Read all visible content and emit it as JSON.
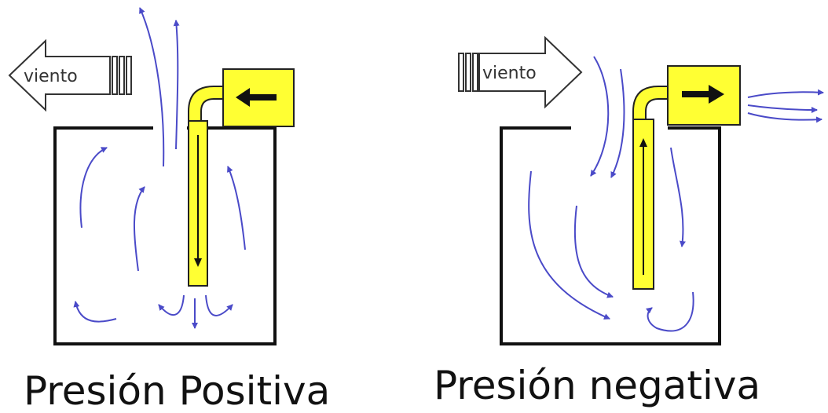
{
  "colors": {
    "airflow": "#4a4ac8",
    "fan_fill": "#ffff33",
    "fan_stroke": "#222222",
    "box_stroke": "#111111",
    "arrow_fill": "#ffffff"
  },
  "panels": {
    "left": {
      "wind_label": "viento",
      "wind_direction": "left",
      "fan_arrow_direction": "left",
      "duct_flow_direction": "down",
      "caption": "Presión Positiva"
    },
    "right": {
      "wind_label": "viento",
      "wind_direction": "right",
      "fan_arrow_direction": "right",
      "duct_flow_direction": "up",
      "caption": "Presión negativa"
    }
  }
}
